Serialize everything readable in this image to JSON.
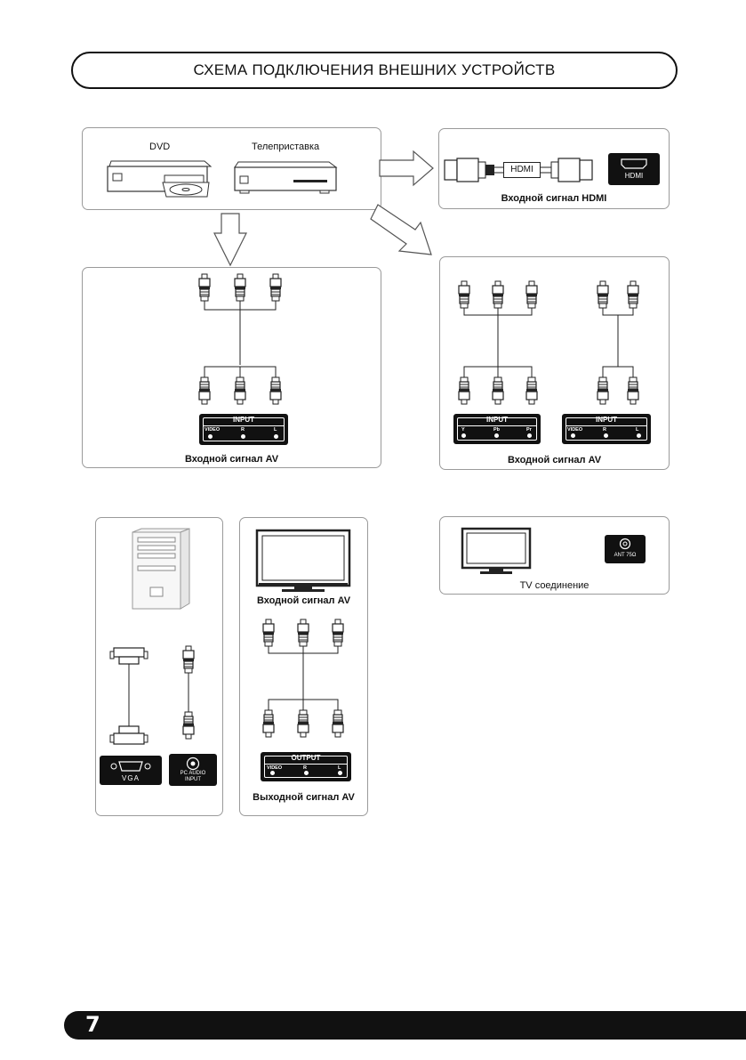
{
  "title": "СХЕМА ПОДКЛЮЧЕНИЯ ВНЕШНИХ УСТРОЙСТВ",
  "devices": {
    "dvd": "DVD",
    "stb": "Телеприставка"
  },
  "hdmi": {
    "cable_label": "HDMI",
    "port_label": "HDMI",
    "caption": "Входной сигнал HDMI"
  },
  "av_input_left": {
    "header": "INPUT",
    "ports": [
      "VIDEO",
      "R",
      "L"
    ],
    "caption": "Входной сигнал AV"
  },
  "av_input_right": {
    "component": {
      "header": "INPUT",
      "ports": [
        "Y",
        "Pb",
        "Pr"
      ]
    },
    "composite": {
      "header": "INPUT",
      "ports": [
        "VIDEO",
        "R",
        "L"
      ]
    },
    "caption": "Входной сигнал AV"
  },
  "pc": {
    "vga_label": "VGA",
    "audio_label_1": "PC AUDIO",
    "audio_label_2": "INPUT"
  },
  "av_output": {
    "top_caption": "Входной сигнал AV",
    "header": "OUTPUT",
    "ports": [
      "VIDEO",
      "R",
      "L"
    ],
    "caption": "Выходной сигнал AV"
  },
  "tv": {
    "ant_label": "ANT 75Ω",
    "caption": "TV соединение"
  },
  "page_number": "7"
}
